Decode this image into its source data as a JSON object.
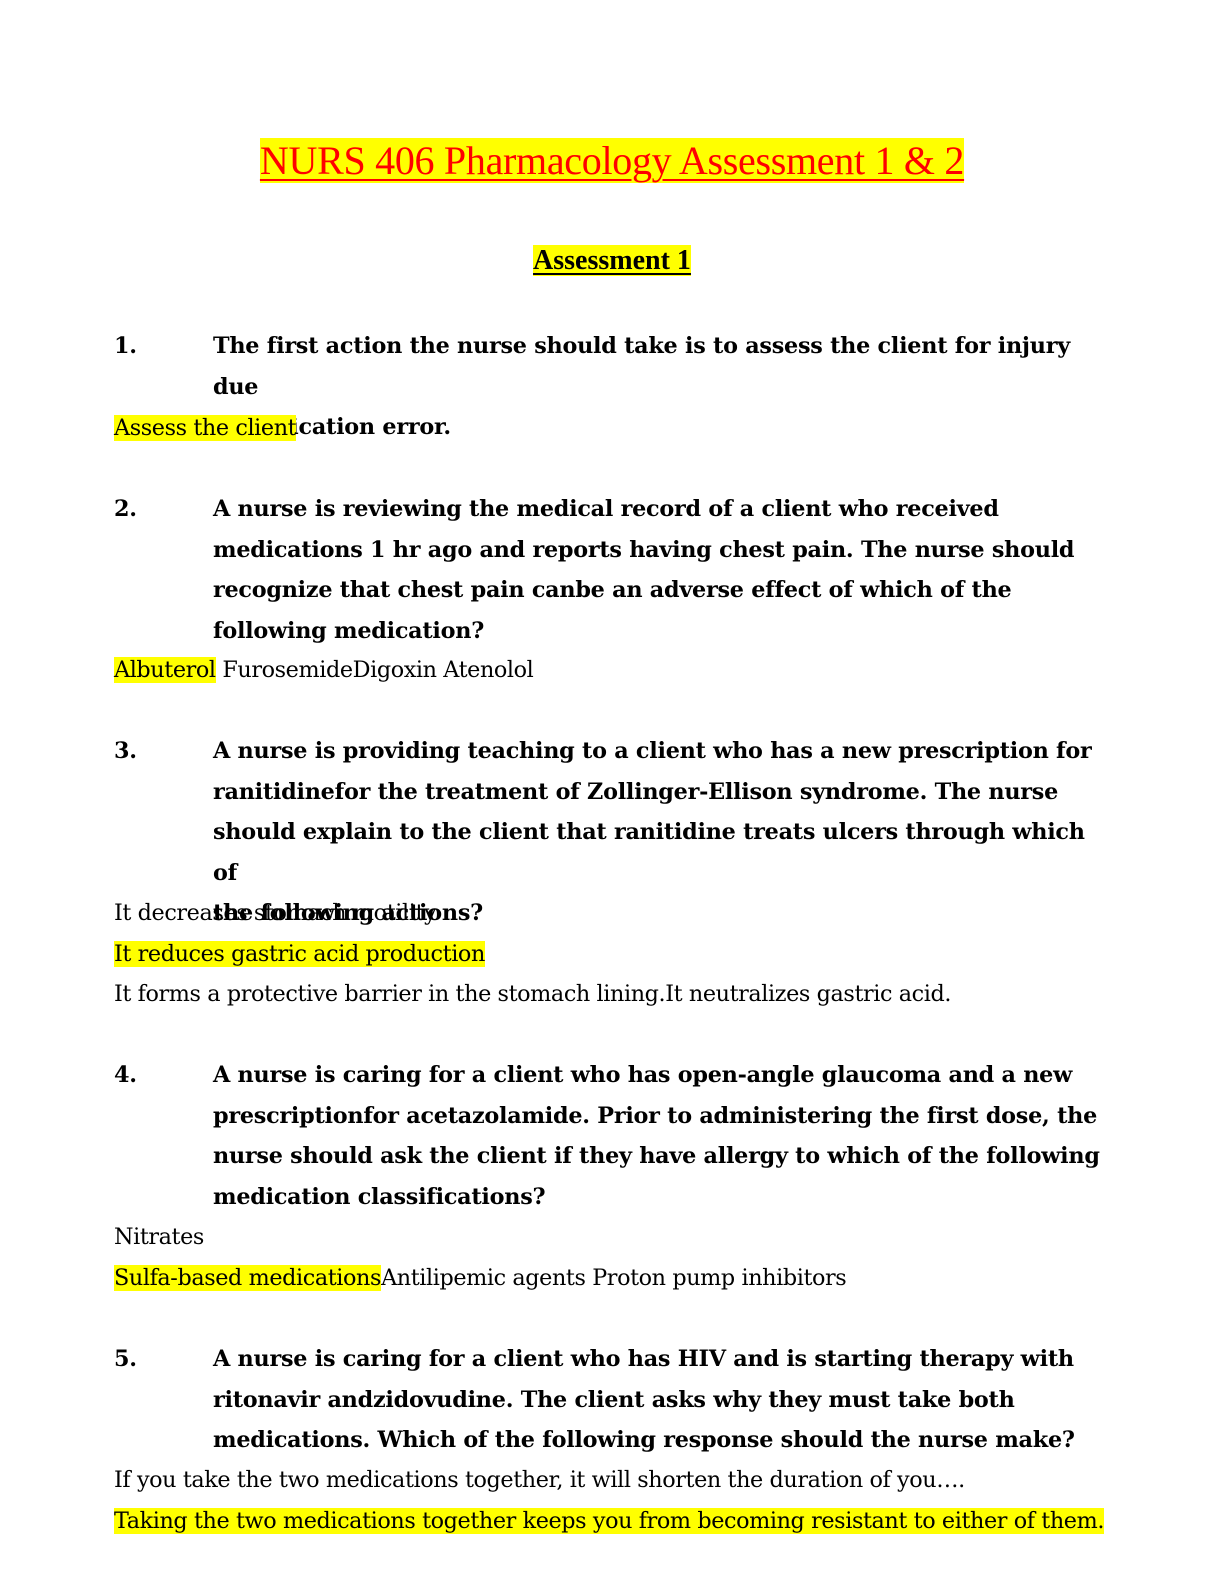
{
  "document": {
    "title": "NURS 406 Pharmacology Assessment 1 & 2",
    "section_heading": "Assessment 1"
  },
  "questions": [
    {
      "number": "1.",
      "lines": [
        "The first action the nurse should take is to assess the client for injury due",
        "tomedication error."
      ],
      "answers": [
        {
          "parts": [
            {
              "text": "Assess the client",
              "highlighted": true
            }
          ]
        }
      ]
    },
    {
      "number": "2.",
      "lines": [
        "A nurse is reviewing the medical record of a client who received",
        "medications 1 hr ago and reports having chest pain. The nurse should",
        "recognize that chest pain canbe an adverse effect of which of the",
        "following medication?"
      ],
      "answers": [
        {
          "parts": [
            {
              "text": "Albuterol",
              "highlighted": true
            },
            {
              "text": " FurosemideDigoxin Atenolol",
              "highlighted": false
            }
          ]
        }
      ]
    },
    {
      "number": "3.",
      "lines": [
        "A nurse is providing teaching to a client who has a new prescription for",
        "ranitidinefor the treatment of Zollinger-Ellison syndrome. The nurse",
        "should explain to the client that ranitidine treats ulcers through which of",
        "the following actions?"
      ],
      "answers": [
        {
          "parts": [
            {
              "text": "It decreases stomach motility",
              "highlighted": false
            }
          ]
        },
        {
          "parts": [
            {
              "text": "It reduces gastric acid production",
              "highlighted": true
            }
          ]
        },
        {
          "parts": [
            {
              "text": "It forms a protective barrier in the stomach lining.It neutralizes gastric acid.",
              "highlighted": false
            }
          ]
        }
      ]
    },
    {
      "number": "4.",
      "lines": [
        "A nurse is caring for a client who has open-angle glaucoma and a new",
        "prescriptionfor acetazolamide. Prior to administering the first dose, the",
        "nurse should ask the client if they have allergy to which of the following",
        "medication classifications?"
      ],
      "answers": [
        {
          "parts": [
            {
              "text": "Nitrates",
              "highlighted": false
            }
          ]
        },
        {
          "parts": [
            {
              "text": "Sulfa-based medications",
              "highlighted": true
            },
            {
              "text": "Antilipemic agents Proton pump inhibitors",
              "highlighted": false
            }
          ]
        }
      ]
    },
    {
      "number": "5.",
      "lines": [
        "A nurse is caring for a client who has HIV and is starting therapy with",
        "ritonavir andzidovudine. The client asks why they must take both",
        "medications. Which of the following response should the nurse make?"
      ],
      "answers": [
        {
          "parts": [
            {
              "text": "If you take the two medications together, it will shorten the duration of you….",
              "highlighted": false
            }
          ]
        },
        {
          "parts": [
            {
              "text": "Taking the two medications together keeps you from becoming resistant to either of them.",
              "highlighted": true
            }
          ]
        }
      ]
    }
  ]
}
